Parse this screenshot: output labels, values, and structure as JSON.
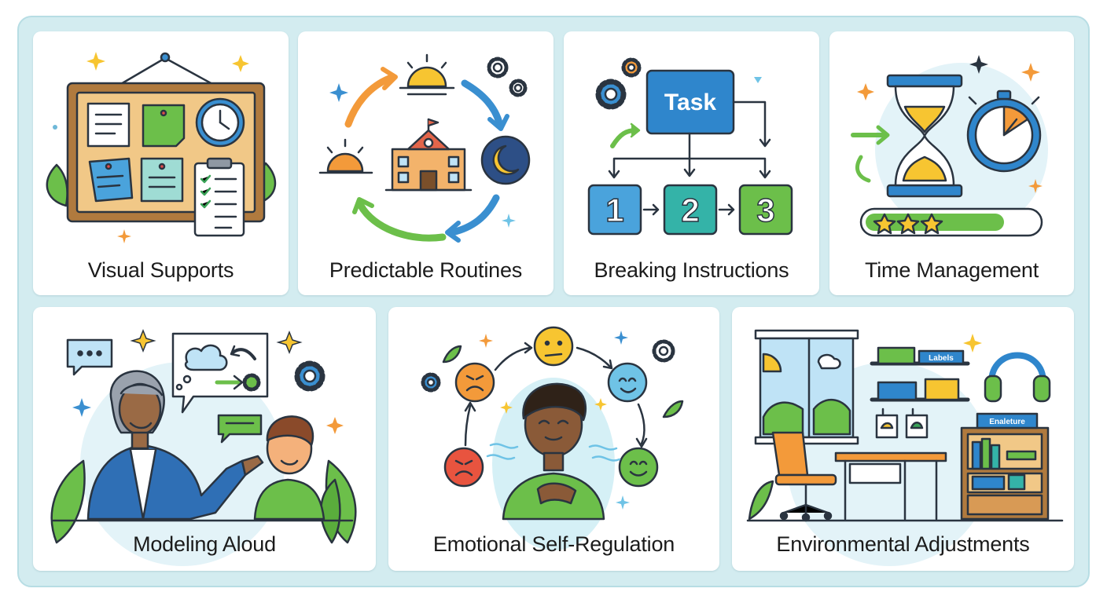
{
  "cards": [
    {
      "id": "visual-supports",
      "label": "Visual Supports"
    },
    {
      "id": "predictable-routines",
      "label": "Predictable Routines"
    },
    {
      "id": "breaking-instructions",
      "label": "Breaking Instructions",
      "task_label": "Task",
      "steps": [
        "1",
        "2",
        "3"
      ]
    },
    {
      "id": "time-management",
      "label": "Time Management"
    },
    {
      "id": "modeling-aloud",
      "label": "Modeling Aloud"
    },
    {
      "id": "emotional-self-regulation",
      "label": "Emotional Self-Regulation"
    },
    {
      "id": "environmental-adjustments",
      "label": "Environmental Adjustments",
      "shelf_label": "Labels",
      "book_label": "Enaleture"
    }
  ],
  "colors": {
    "frame_bg": "#d3ecf0",
    "outline": "#2a3440",
    "blue": "#3a8fd0",
    "green": "#6cbf4a",
    "orange": "#f39a3a",
    "yellow": "#f7c531",
    "teal": "#34b3a8"
  }
}
